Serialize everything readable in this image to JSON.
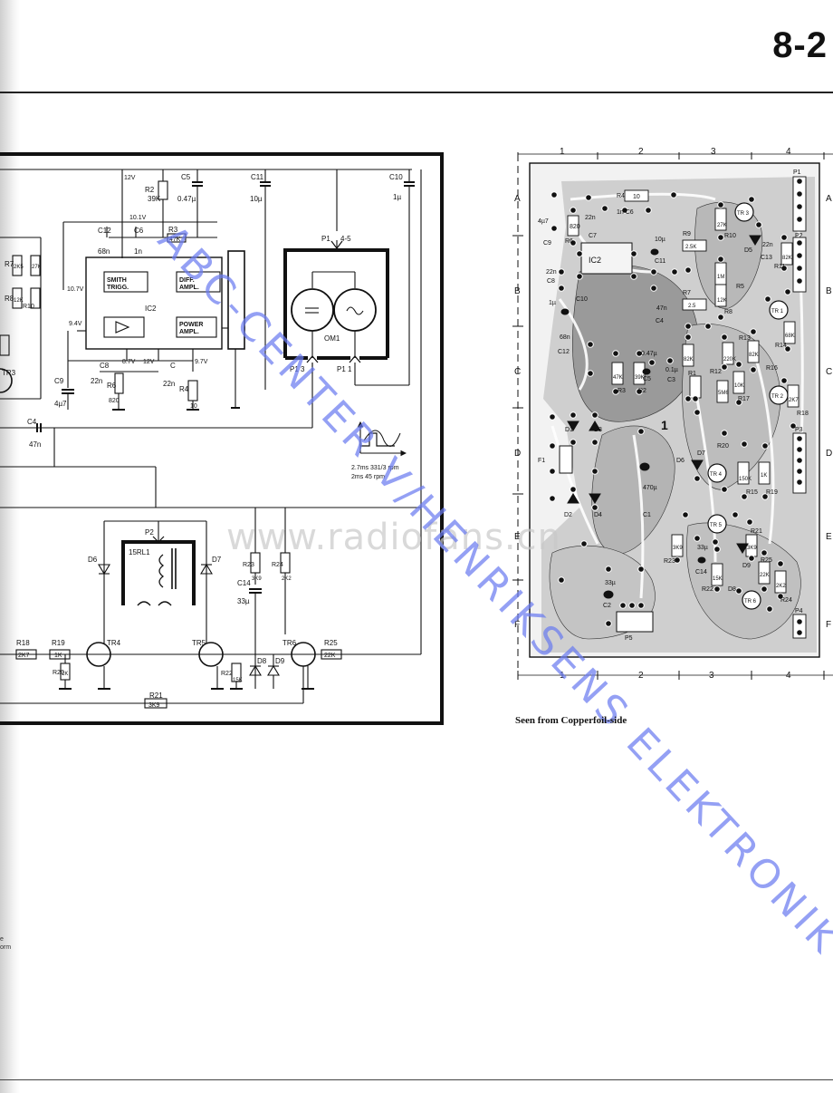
{
  "page": {
    "number": "8-2"
  },
  "schematic": {
    "rails": {
      "v12": "12V",
      "v10_1": "10.1V",
      "v10_7": "10.7V",
      "v9_4": "9.4V",
      "v8_7": "8.7V",
      "v12b": "12V",
      "v9_7": "9.7V"
    },
    "ic2": {
      "name": "IC2",
      "block_smith": "SMITH\nTRIGG.",
      "block_diff": "DIFF.\nAMPL.",
      "block_power": "POWER\nAMPL."
    },
    "motor": {
      "name": "OM1",
      "connector": "P1",
      "pins": "4-5"
    },
    "relay": {
      "name": "15RL1",
      "connector": "P2"
    },
    "timing": {
      "line1": "2.7ms  331/3 rpm",
      "line2": "2ms      45 rpm"
    },
    "components": {
      "R2": "R2",
      "R2v": "39K",
      "C5": "C5",
      "C5v": "0.47µ",
      "C11": "C11",
      "C11v": "10µ",
      "C10": "C10",
      "C10v": "1µ",
      "C12": "C12",
      "C12v": "68n",
      "C6": "C6",
      "C6v": "1n",
      "R3": "R3",
      "R3v": "47K",
      "R7": "R7",
      "R7v": "2K5",
      "R10": "R10",
      "R10v": "27K",
      "R8": "R8",
      "R8v": "12K",
      "C9": "C9",
      "C9v": "4µ7",
      "C8": "C8",
      "C8v": "22n",
      "R6": "R6",
      "R6v": "820",
      "C": "C",
      "Cv": "22n",
      "R4": "R4",
      "R4v": "10",
      "C4": "C4",
      "C4v": "47n",
      "TR3": "TR3",
      "D6": "D6",
      "D7": "D7",
      "R23": "R23",
      "R23v": "3K9",
      "R24": "R24",
      "R24v": "2K2",
      "C14": "C14",
      "C14v": "33µ",
      "R18": "R18",
      "R18v": "2K7",
      "R19": "R19",
      "R19v": "1K",
      "R20": "R20",
      "R20v": "1K",
      "TR4": "TR4",
      "TR5": "TR5",
      "TR6": "TR6",
      "R22": "R22",
      "R22v": "15K",
      "D8": "D8",
      "D9": "D9",
      "R25": "R25",
      "R25v": "22K",
      "R21": "R21",
      "R21v": "3K9"
    }
  },
  "pcb": {
    "columns": [
      "1",
      "2",
      "3",
      "4"
    ],
    "rows": [
      "A",
      "B",
      "C",
      "D",
      "E",
      "F"
    ],
    "labels": {
      "R4": "R4",
      "R4v": "10",
      "C6": "1n C6",
      "C9v": "4µ7",
      "C9": "C9",
      "R6v": "820",
      "R6": "R6",
      "C7": "22n",
      "C7l": "C7",
      "C11v": "10µ",
      "C11": "C11",
      "IC2": "IC2",
      "C8v": "22n",
      "C8": "C8",
      "C10v": "1µ",
      "C10": "C10",
      "C4": "C4",
      "C4v": "47n",
      "C12v": "68n",
      "C12": "C12",
      "R9": "R9",
      "R9v": "2.5K",
      "R7": "R7",
      "R7v": "2.5",
      "R10v": "27K",
      "R10": "R10",
      "R5v": "1M",
      "R5": "R5",
      "R8v": "12K",
      "R8": "R8",
      "TR3": "TR 3",
      "D5": "D5",
      "C13v": "22n",
      "C13": "C13",
      "R11v": "82K",
      "R11": "R11",
      "TR1": "TR 1",
      "R14v": "68K",
      "R14": "R14",
      "R13": "R13",
      "R13v": "220K",
      "R16v": "82K",
      "R16": "R16",
      "C5v": "0.47µ",
      "C5": "C5",
      "C3v": "0.1µ",
      "C3": "C3",
      "R1v": "82K",
      "R1": "R1",
      "R3v": "47K",
      "R3": "R3",
      "R2v": "39K",
      "R2": "R2",
      "R12": "R12",
      "R12v": "5M6",
      "R17v": "10K",
      "R17": "R17",
      "TR2": "TR 2",
      "R18v": "2K7",
      "R18": "R18",
      "D1": "D1",
      "D3": "D3",
      "F1": "F1",
      "D2": "D2",
      "D4": "D4",
      "C1v": "470µ",
      "C1": "C1",
      "node1": "1",
      "D7": "D7",
      "D6": "D6",
      "R20": "R20",
      "TR4": "TR 4",
      "R15v": "150K",
      "R15": "R15",
      "R19v": "1K",
      "R19": "R19",
      "TR5": "TR 5",
      "R23v": "3K9",
      "R23": "R23",
      "C14v": "33µ",
      "C14": "C14",
      "R22v": "15K",
      "R22": "R22",
      "R21": "R21",
      "R21v": "3K9",
      "D9": "D9",
      "D8": "D8",
      "R25": "R25",
      "R25v": "22K",
      "R24v": "2K2",
      "R24": "R24",
      "TR6": "TR 6",
      "C2v": "33µ",
      "C2": "C2",
      "P5": "P5",
      "P1": "P1",
      "P2": "P2",
      "P3": "P3",
      "P4": "P4"
    },
    "caption": "Seen from Copperfoil-side"
  },
  "watermark": {
    "text": "ABC-CENTER V/HENRIKSENS ELEKTRONIK",
    "site": "www.radiofans.cn"
  },
  "margin_note": {
    "line1": "e",
    "line2": "orm"
  }
}
